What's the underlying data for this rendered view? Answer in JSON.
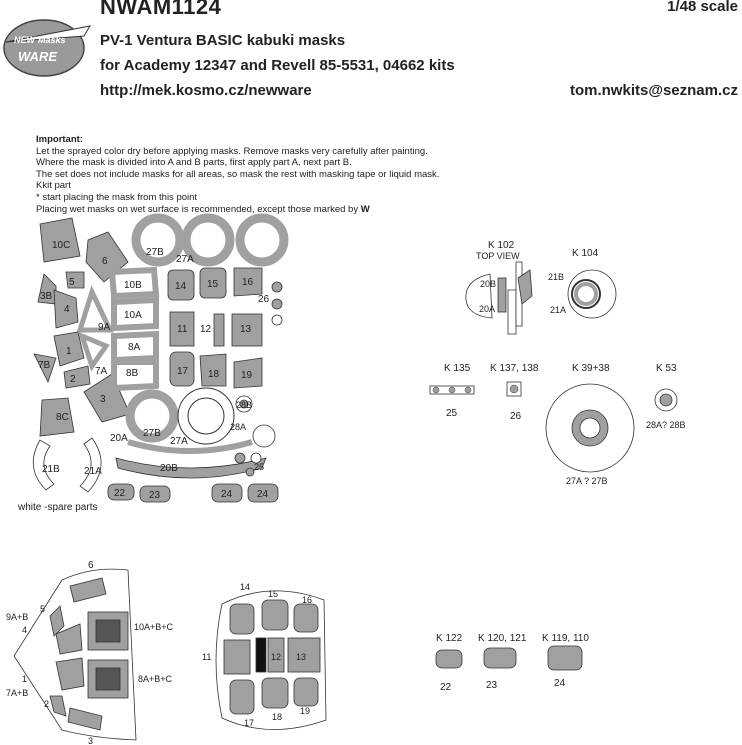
{
  "header": {
    "product_code": "NWAM1124",
    "scale": "1/48 scale",
    "line1": "PV-1 Ventura BASIC kabuki masks",
    "line2": "for Academy 12347 and Revell 85-5531, 04662 kits",
    "url": "http://mek.kosmo.cz/newware",
    "email": "tom.nwkits@seznam.cz"
  },
  "logo": {
    "line1": "NEW",
    "line2": "Masks",
    "line3": "WARE"
  },
  "notes": {
    "title": "Important:",
    "lines": [
      "Let the sprayed color dry before applying masks. Remove masks very carefully after painting.",
      "Where the mask is divided into A and B parts, first apply part A, next part B.",
      "The set does not include masks for all areas, so mask the rest with masking tape or liquid mask.",
      "Kkit part",
      "* start placing the mask from this point",
      "Placing wet masks on wet surface is recommended, except those marked by"
    ],
    "dry_symbol": "W"
  },
  "sheet_labels": {
    "p10C": "10C",
    "p6": "6",
    "p27B_top": "27B",
    "p27A_top": "27A",
    "p5": "5",
    "p3B": "3B",
    "p10B": "10B",
    "p14": "14",
    "p15": "15",
    "p16": "16",
    "p26": "26",
    "p4": "4",
    "p9A": "9A",
    "p10A": "10A",
    "p11": "11",
    "p12": "12",
    "p13": "13",
    "p1": "1",
    "p8A": "8A",
    "p7B": "7B",
    "p7A": "7A",
    "p2": "2",
    "p8B": "8B",
    "p17": "17",
    "p18": "18",
    "p19": "19",
    "p3": "3",
    "p8C": "8C",
    "p28B": "28B",
    "p28A": "28A",
    "p27B_bot": "27B",
    "p27A_bot": "27A",
    "p20A": "20A",
    "p20B": "20B",
    "p25": "25",
    "p21B": "21B",
    "p21A": "21A",
    "p22": "22",
    "p23": "23",
    "p24a": "24",
    "p24b": "24",
    "spare": "white -spare parts"
  },
  "kit_views": {
    "k102": "K 102",
    "top_view": "TOP VIEW",
    "k102_20B": "20B",
    "k102_20A": "20A",
    "k104": "K 104",
    "k104_21B": "21B",
    "k104_21A": "21A",
    "k135": "K 135",
    "k135_25": "25",
    "k137": "K 137, 138",
    "k137_26": "26",
    "k39": "K 39+38",
    "k39_label": "27A ? 27B",
    "k53": "K 53",
    "k53_label": "28A? 28B",
    "k122": "K 122",
    "k122_part": "22",
    "k120": "K 120, 121",
    "k120_part": "23",
    "k119": "K 119, 110",
    "k119_part": "24"
  },
  "nose_diagram": {
    "l6": "6",
    "l9AB": "9A+B",
    "l4": "4",
    "l5": "5",
    "l10ABC": "10A+B+C",
    "l8ABC": "8A+B+C",
    "l1": "1",
    "l7AB": "7A+B",
    "l2": "2",
    "l3": "3"
  },
  "canopy_diagram": {
    "l14": "14",
    "l15": "15",
    "l16": "16",
    "l11": "11",
    "l12": "12",
    "l13": "13",
    "l17": "17",
    "l18": "18",
    "l19": "19"
  },
  "colors": {
    "mask_fill": "#9e9e9e",
    "ink": "#222222",
    "spare_fill": "#ffffff"
  }
}
